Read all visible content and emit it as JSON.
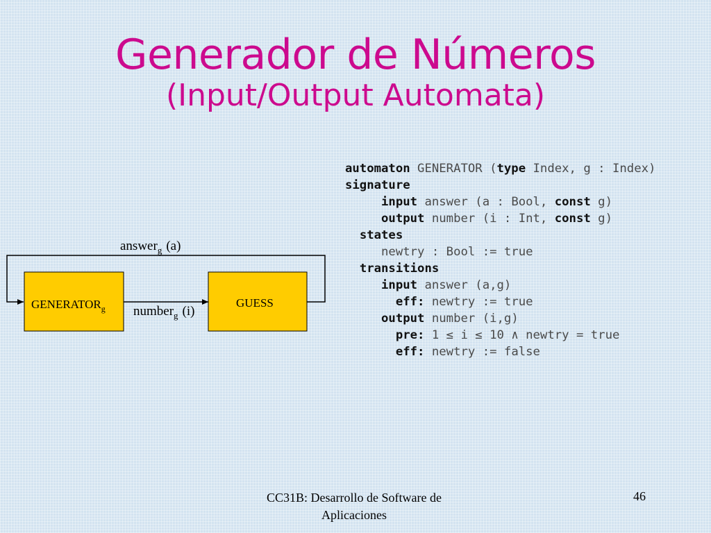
{
  "title": {
    "main": "Generador de Números",
    "sub": "(Input/Output Automata)"
  },
  "diagram": {
    "generator_label": "GENERATOR",
    "generator_sub": "g",
    "guess_label": "GUESS",
    "answer_label": "answer",
    "answer_sub": "g",
    "answer_arg": "(a)",
    "number_label": "number",
    "number_sub": "g",
    "number_arg": "(i)",
    "box_fill": "#ffcc00"
  },
  "code": {
    "l1": {
      "k1": "automaton",
      "t1": " GENERATOR (",
      "k2": "type",
      "t2": " Index, g : Index)"
    },
    "l2": {
      "k1": "signature"
    },
    "l3": {
      "indent": "     ",
      "k1": "input",
      "t1": " answer (a : Bool, ",
      "k2": "const",
      "t2": " g)"
    },
    "l4": {
      "indent": "     ",
      "k1": "output",
      "t1": " number (i : Int, ",
      "k2": "const",
      "t2": " g)"
    },
    "l5": {
      "indent": "  ",
      "k1": "states"
    },
    "l6": {
      "indent": "     ",
      "t1": "newtry : Bool := true"
    },
    "l7": {
      "indent": "  ",
      "k1": "transitions"
    },
    "l8": {
      "indent": "     ",
      "k1": "input",
      "t1": " answer (a,g)"
    },
    "l9": {
      "indent": "       ",
      "k1": "eff:",
      "t1": " newtry := true"
    },
    "l10": {
      "indent": "     ",
      "k1": "output",
      "t1": " number (i,g)"
    },
    "l11": {
      "indent": "       ",
      "k1": "pre:",
      "t1": " 1 ≤ i ≤ 10 ∧ newtry = true"
    },
    "l12": {
      "indent": "       ",
      "k1": "eff:",
      "t1": " newtry := false"
    }
  },
  "footer": {
    "course_line1": "CC31B: Desarrollo de Software de",
    "course_line2": "Aplicaciones",
    "page_number": "46"
  },
  "colors": {
    "title": "#cc0a8e",
    "background": "#d3e3f0",
    "box": "#ffcc00"
  }
}
